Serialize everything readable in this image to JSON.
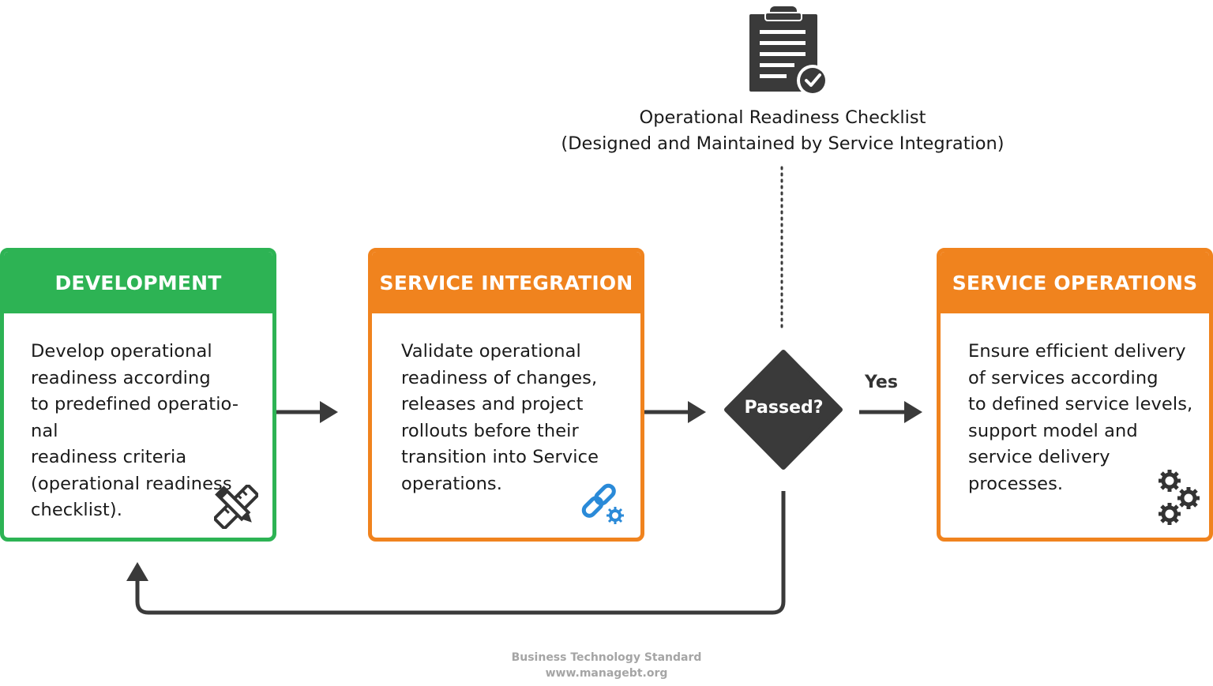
{
  "checklist": {
    "title_line1": "Operational Readiness Checklist",
    "title_line2": "(Designed and Maintained by Service Integration)",
    "icon": "clipboard-check-icon"
  },
  "cards": [
    {
      "title": "DEVELOPMENT",
      "color": "#2db354",
      "body": "Develop operational\nreadiness according\nto predefined operatio-\nnal\nreadiness criteria\n(operational readiness\nchecklist).",
      "icon": "ruler-pencil-icon"
    },
    {
      "title": "SERVICE INTEGRATION",
      "color": "#f0831e",
      "body": "Validate operational\nreadiness of changes,\nreleases and project\nrollouts before their\ntransition into Service\noperations.",
      "icon": "link-gear-icon"
    },
    {
      "title": "SERVICE OPERATIONS",
      "color": "#f0831e",
      "body": "Ensure efficient delivery\nof services according\nto defined service levels,\nsupport model and\nservice delivery\nprocesses.",
      "icon": "gears-icon"
    }
  ],
  "decision": {
    "label": "Passed?",
    "color": "#3a3a3a"
  },
  "yes_label": "Yes",
  "footer": {
    "line1": "Business Technology Standard",
    "line2": "www.managebt.org"
  },
  "colors": {
    "connector": "#3a3a3a",
    "icon_blue": "#2a8ad8"
  }
}
